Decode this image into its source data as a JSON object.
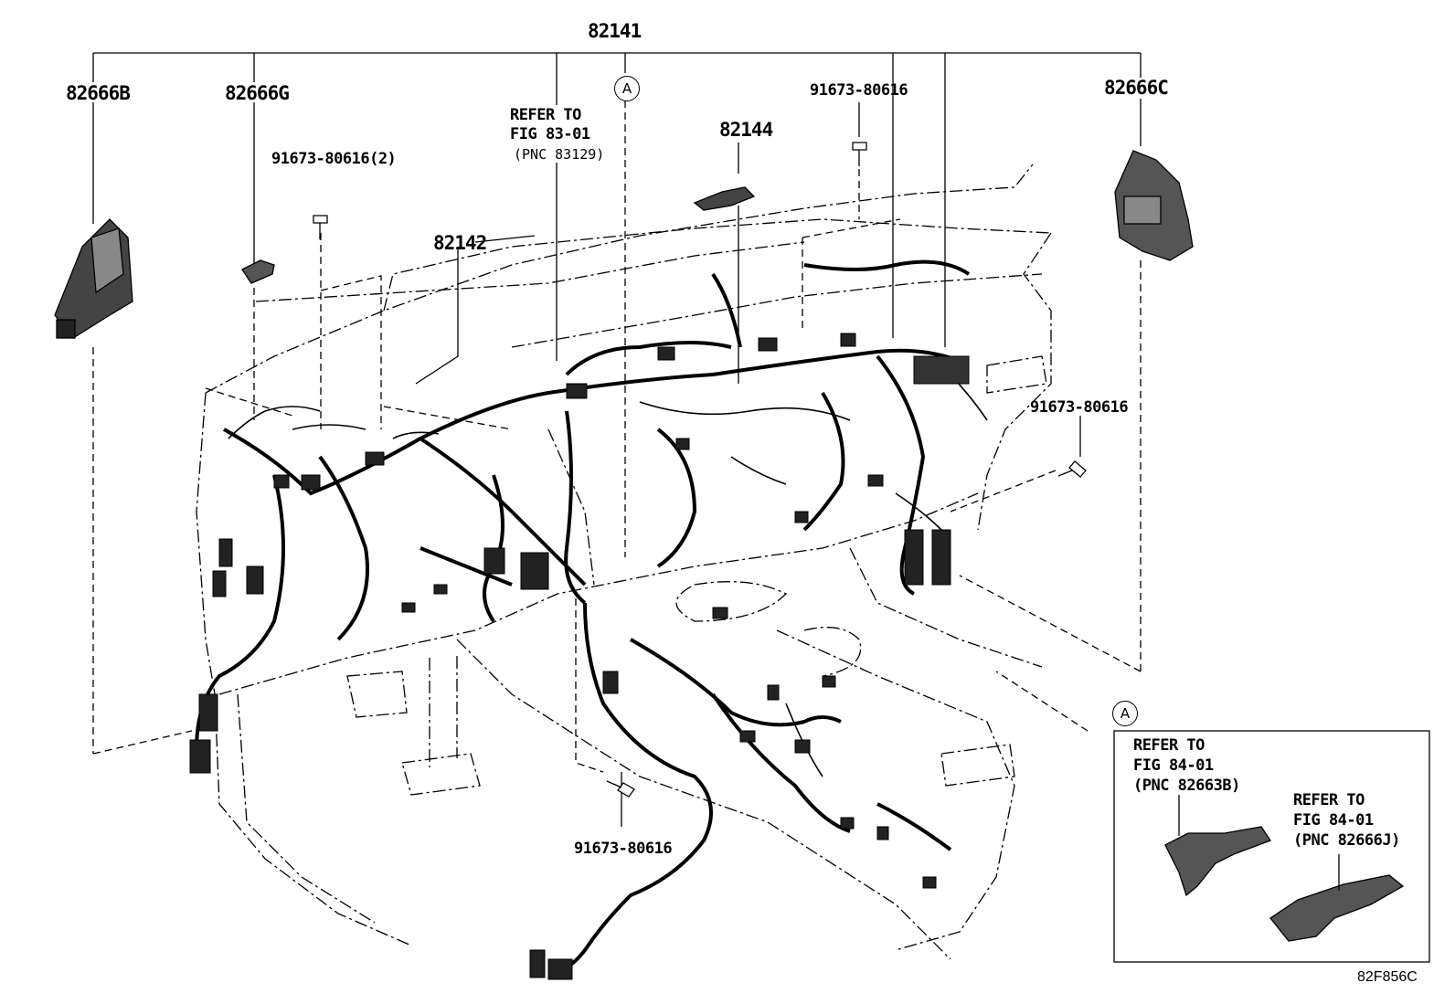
{
  "callouts": {
    "main_harness": "82141",
    "part_82666B": "82666B",
    "part_82666G": "82666G",
    "part_82666C": "82666C",
    "part_82142": "82142",
    "part_82144": "82144",
    "bolt_left": "91673-80616(2)",
    "bolt_top": "91673-80616",
    "bolt_right": "91673-80616",
    "bolt_bottom": "91673-80616",
    "ref_main_line1": "REFER TO",
    "ref_main_line2": "FIG 83-01",
    "ref_main_line3": "(PNC 83129)",
    "marker_a": "A"
  },
  "detail_box": {
    "marker": "A",
    "ref1_line1": "REFER TO",
    "ref1_line2": "FIG 84-01",
    "ref1_line3": "(PNC 82663B)",
    "ref2_line1": "REFER TO",
    "ref2_line2": "FIG 84-01",
    "ref2_line3": "(PNC 82666J)"
  },
  "figure_code": "82F856C"
}
